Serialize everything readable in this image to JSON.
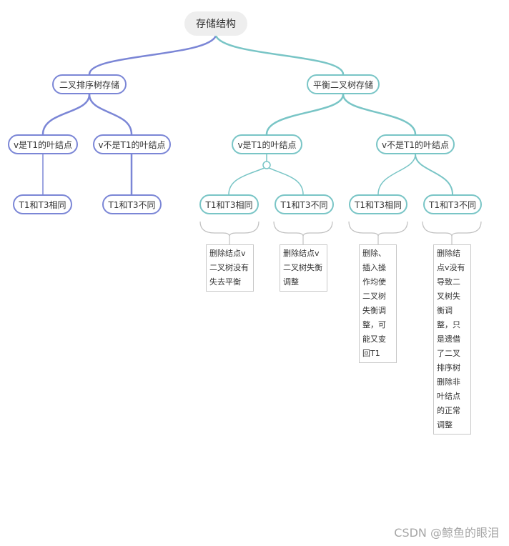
{
  "colors": {
    "left_branch": "#7b86d6",
    "right_branch": "#79c5c6",
    "note_border": "#c8c8c8",
    "root_bg": "#eeeeee"
  },
  "root": "存储结构",
  "left": {
    "label": "二叉排序树存储",
    "leaf": {
      "label": "v是T1的叶结点",
      "child": "T1和T3相同"
    },
    "nonleaf": {
      "label": "v不是T1的叶结点",
      "child": "T1和T3不同"
    }
  },
  "right": {
    "label": "平衡二叉树存储",
    "leaf": {
      "label": "v是T1的叶结点",
      "same": {
        "label": "T1和T3相同",
        "note": "删除结点v二叉树没有失去平衡"
      },
      "diff": {
        "label": "T1和T3不同",
        "note": "删除结点v二叉树失衡调整"
      }
    },
    "nonleaf": {
      "label": "v不是T1的叶结点",
      "same": {
        "label": "T1和T3相同",
        "note": "删除、插入操作均使二叉树失衡调整，可能又变回T1"
      },
      "diff": {
        "label": "T1和T3不同",
        "note": "删除结点v没有导致二叉树失衡调整，只是遗借了二叉排序树删除非叶结点的正常调整"
      }
    }
  },
  "watermark": "CSDN @鲸鱼的眼泪"
}
